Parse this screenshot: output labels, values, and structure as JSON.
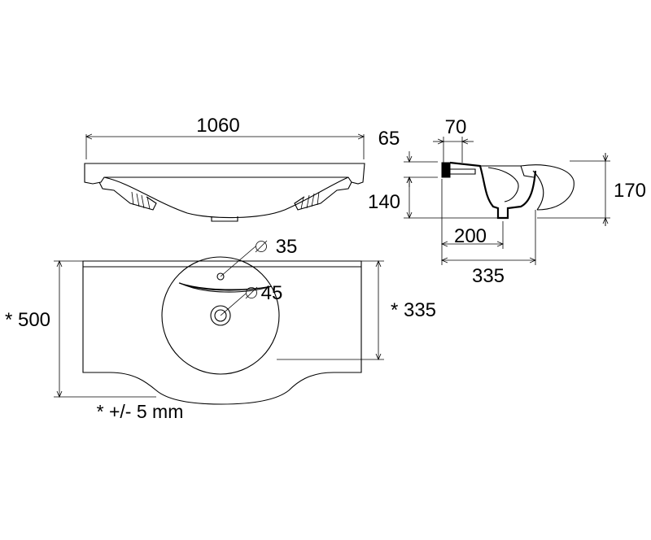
{
  "dimensions": {
    "width_total": "1060",
    "rim_height": "65",
    "rim_depth": "70",
    "bowl_height_front": "140",
    "overall_height": "170",
    "bowl_depth": "200",
    "side_depth": "335",
    "tap_hole": "35",
    "waste_hole": "45",
    "depth_total": "* 500",
    "bowl_offset": "* 335"
  },
  "diameter_symbol": "Ø",
  "tolerance_note": "* +/- 5 mm"
}
